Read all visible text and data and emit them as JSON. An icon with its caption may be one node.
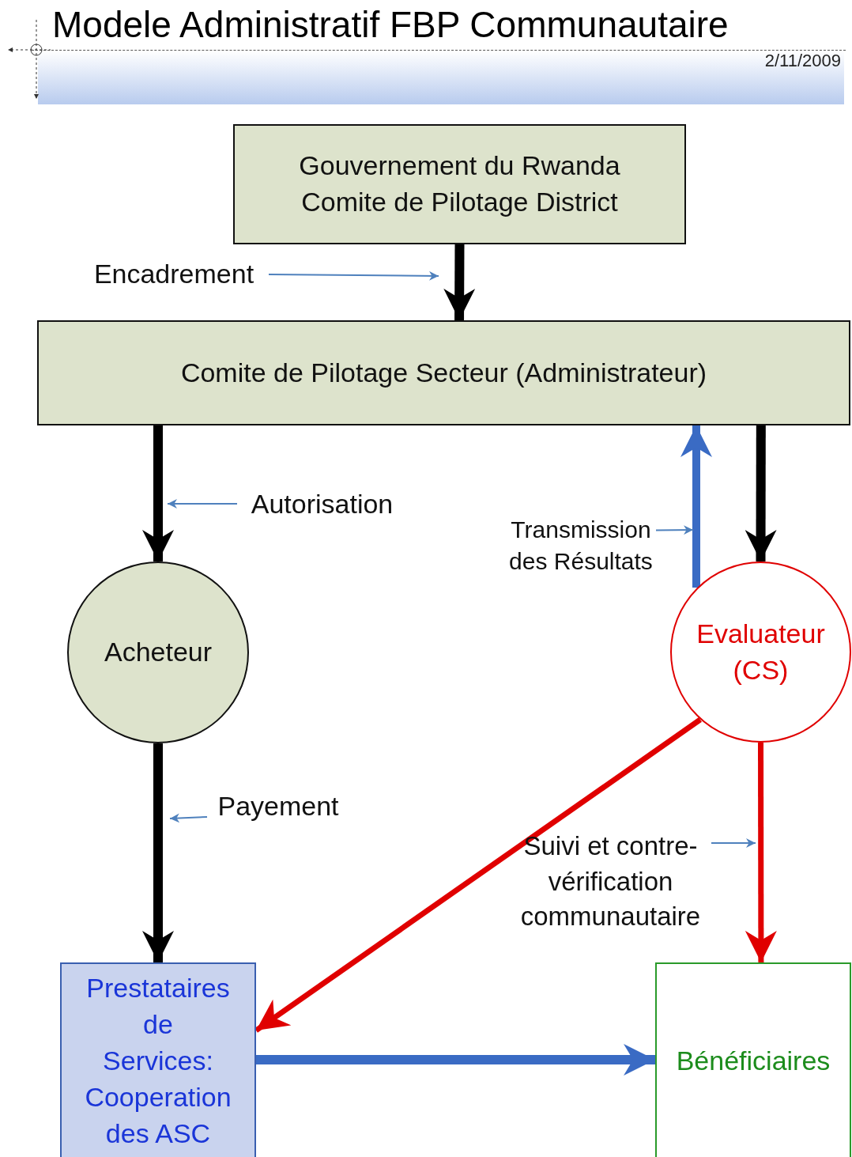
{
  "diagram": {
    "title": "Modele Administratif FBP Communautaire",
    "nodes": [
      {
        "text": [
          "Gouvernement du Rwanda Comite de Pilotage District"
        ]
      },
      {
        "text": [
          "Comite de Pilotage Secteur (Administrateur)"
        ]
      },
      {
        "text": [
          "Acheteur"
        ]
      },
      {
        "text": [
          "Evaluateur (CS)"
        ]
      },
      {
        "text": [
          "Prestataires de Services: Cooperation des ASC"
        ]
      },
      {
        "text": [
          "Bénéficiaires"
        ]
      },
      {
        "text": [
          "Encadrement"
        ]
      },
      {
        "text": [
          "Autorisation"
        ]
      },
      {
        "text": [
          "Transmission des Résultats"
        ]
      },
      {
        "text": [
          "Payement"
        ]
      },
      {
        "text": [
          "Suivi et contre-vérification communautaire"
        ]
      }
    ],
    "edges": [
      {
        "from": 0,
        "to": 1,
        "arrow": "to",
        "color": "#000000"
      },
      {
        "from": 1,
        "to": 2,
        "arrow": "to",
        "color": "#000000"
      },
      {
        "from": 1,
        "to": 3,
        "arrow": "to",
        "color": "#000000"
      },
      {
        "from": 3,
        "to": 1,
        "arrow": "to",
        "color": "#3a6bc4"
      },
      {
        "from": 2,
        "to": 4,
        "arrow": "to",
        "color": "#000000"
      },
      {
        "from": 3,
        "to": 4,
        "arrow": "to",
        "color": "#e00000"
      },
      {
        "from": 3,
        "to": 5,
        "arrow": "to",
        "color": "#e00000"
      },
      {
        "from": 4,
        "to": 5,
        "arrow": "to",
        "color": "#3a6bc4"
      },
      {
        "from": 6,
        "to": null,
        "arrow": "to",
        "color": "#4f81bd"
      },
      {
        "from": 7,
        "to": null,
        "arrow": "to",
        "color": "#4f81bd"
      },
      {
        "from": 8,
        "to": null,
        "arrow": "to",
        "color": "#4f81bd"
      },
      {
        "from": 9,
        "to": null,
        "arrow": "to",
        "color": "#4f81bd"
      },
      {
        "from": 10,
        "to": null,
        "arrow": "to",
        "color": "#4f81bd"
      }
    ],
    "labels": [
      "2/11/2009"
    ]
  }
}
